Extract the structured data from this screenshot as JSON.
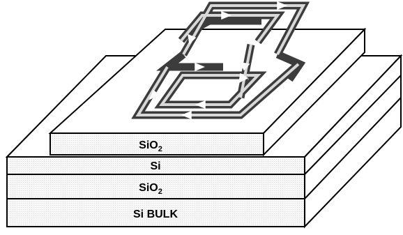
{
  "layers": [
    {
      "id": "si-bulk",
      "label": "Si BULK",
      "subscript": ""
    },
    {
      "id": "sio2-bottom",
      "label": "SiO",
      "subscript": "2"
    },
    {
      "id": "si-middle",
      "label": "Si",
      "subscript": ""
    },
    {
      "id": "sio2-top",
      "label": "SiO",
      "subscript": "2"
    }
  ],
  "colors": {
    "layer_fill": "#f4f4f4",
    "edge": "#000000",
    "coil_outer": "#3c3c3c",
    "coil_highlight": "#d8d8d8",
    "arrow": "#ffffff"
  }
}
